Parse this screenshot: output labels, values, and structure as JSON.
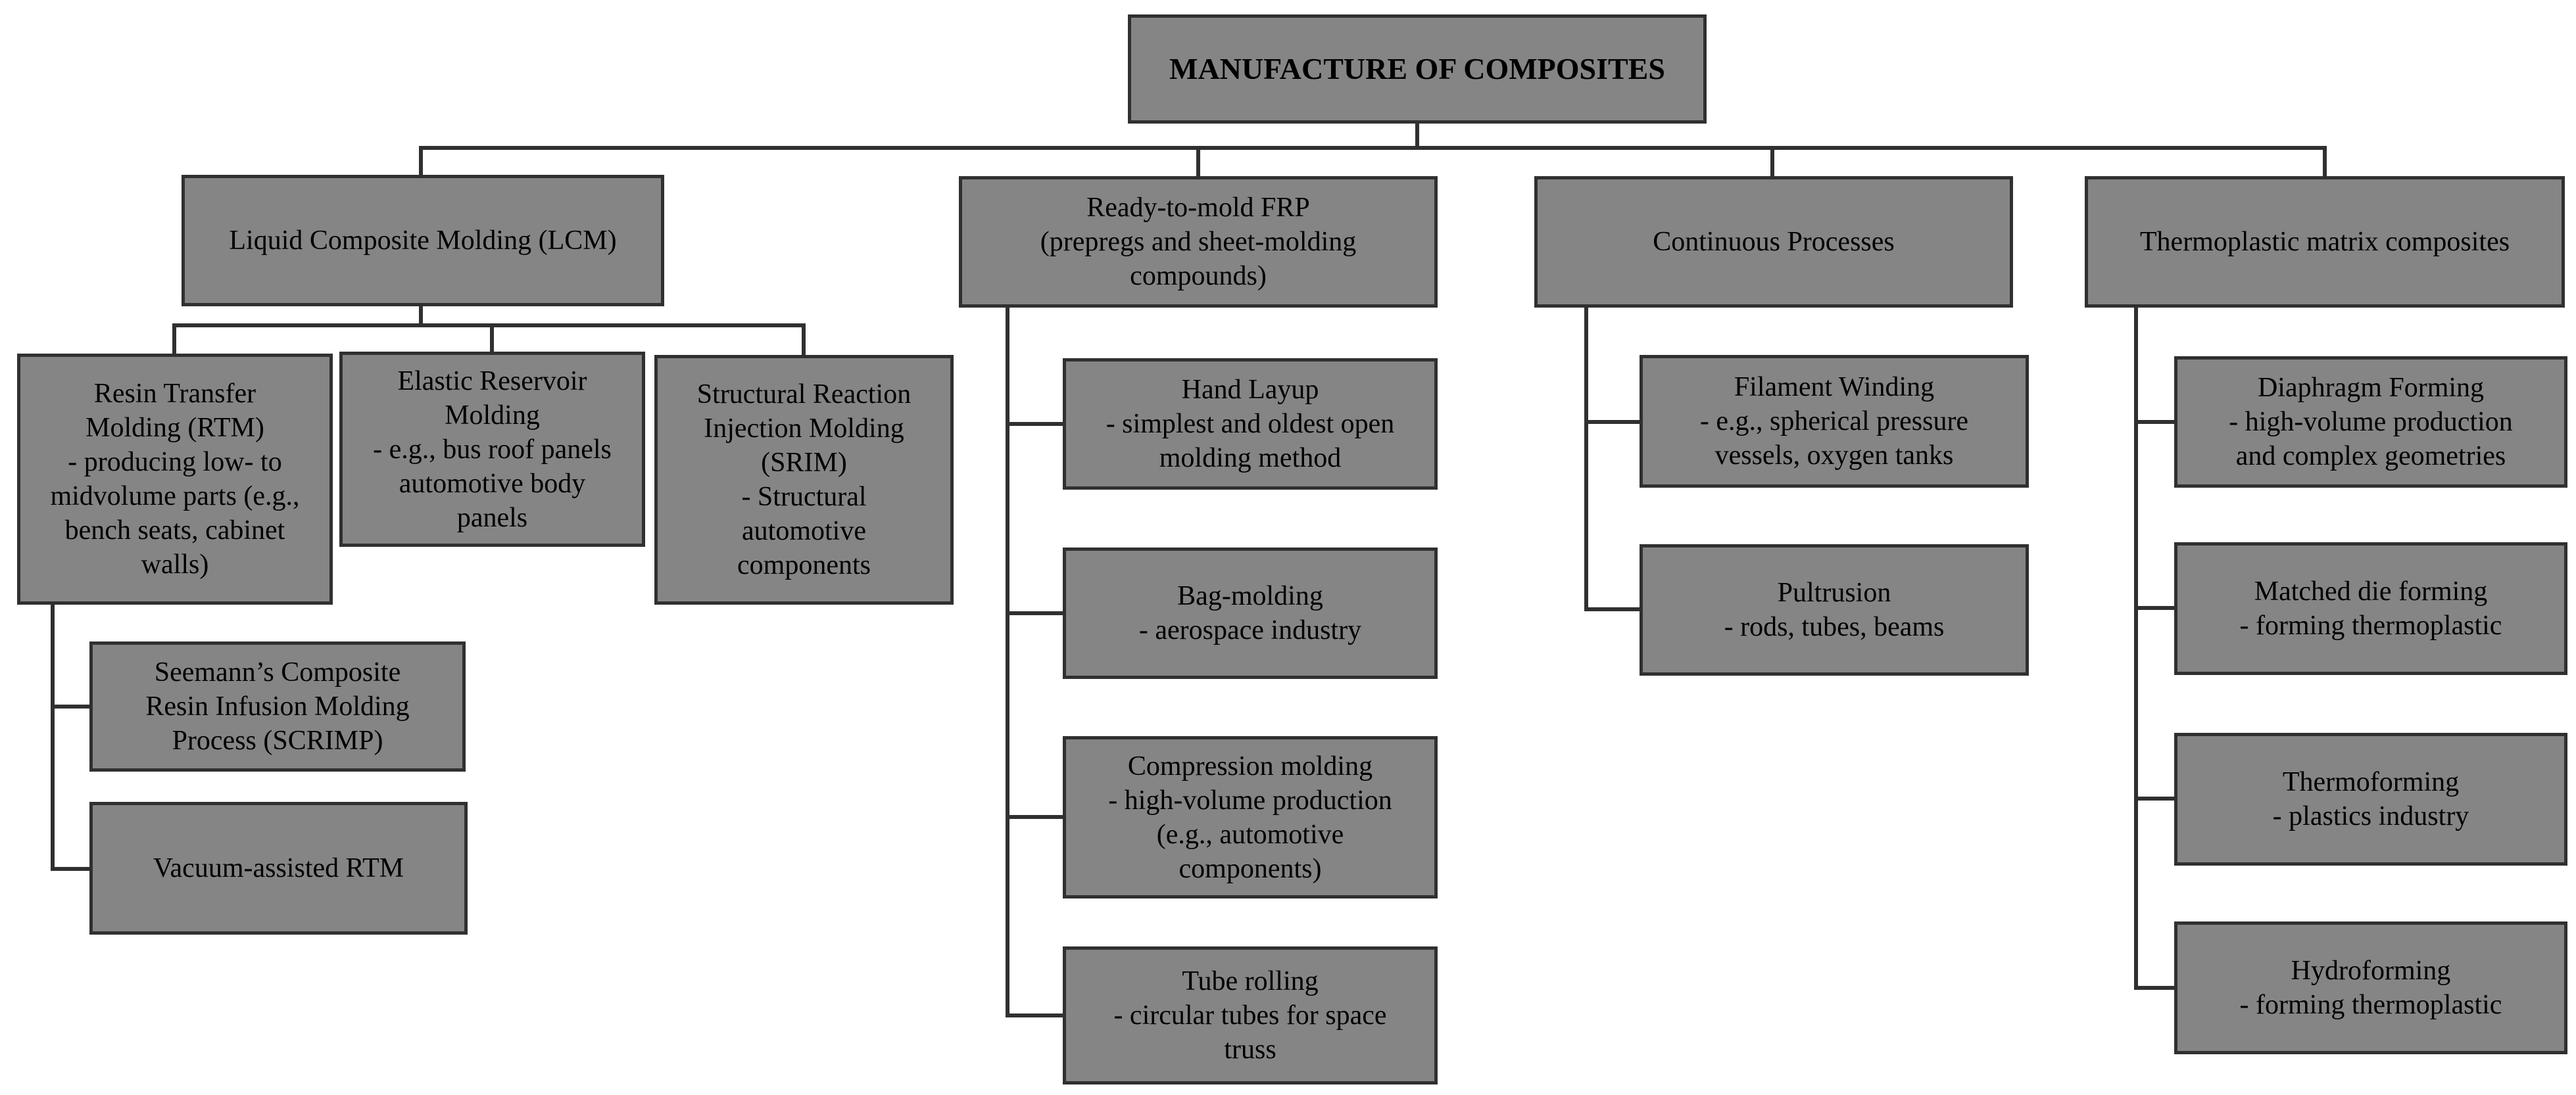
{
  "diagram": {
    "root": {
      "lines": [
        "MANUFACTURE OF COMPOSITES"
      ]
    },
    "lcm": {
      "title": {
        "lines": [
          "Liquid Composite Molding (LCM)"
        ]
      },
      "rtm": {
        "lines": [
          "Resin Transfer",
          "Molding (RTM)",
          "- producing low- to",
          "midvolume parts (e.g.,",
          "bench seats, cabinet",
          "walls)"
        ]
      },
      "erm": {
        "lines": [
          "Elastic Reservoir",
          "Molding",
          "- e.g., bus roof panels",
          "automotive body",
          "panels"
        ]
      },
      "srim": {
        "lines": [
          "Structural Reaction",
          "Injection Molding",
          "(SRIM)",
          "- Structural",
          "automotive",
          "components"
        ]
      },
      "scrimp": {
        "lines": [
          "Seemann’s Composite",
          "Resin Infusion Molding",
          "Process (SCRIMP)"
        ]
      },
      "vartm": {
        "lines": [
          "Vacuum-assisted RTM"
        ]
      }
    },
    "frp": {
      "title": {
        "lines": [
          "Ready-to-mold FRP",
          "(prepregs and sheet-molding",
          "compounds)"
        ]
      },
      "hand": {
        "lines": [
          "Hand Layup",
          "- simplest and oldest open",
          "molding method"
        ]
      },
      "bag": {
        "lines": [
          "Bag-molding",
          "- aerospace industry"
        ]
      },
      "compression": {
        "lines": [
          "Compression molding",
          "- high-volume production",
          "(e.g., automotive",
          "components)"
        ]
      },
      "tube": {
        "lines": [
          "Tube rolling",
          "- circular tubes for space",
          "truss"
        ]
      }
    },
    "continuous": {
      "title": {
        "lines": [
          "Continuous Processes"
        ]
      },
      "filament": {
        "lines": [
          "Filament Winding",
          "- e.g., spherical pressure",
          "vessels, oxygen tanks"
        ]
      },
      "pultrusion": {
        "lines": [
          "Pultrusion",
          "- rods, tubes, beams"
        ]
      }
    },
    "thermoplastic": {
      "title": {
        "lines": [
          "Thermoplastic matrix composites"
        ]
      },
      "diaphragm": {
        "lines": [
          "Diaphragm Forming",
          "- high-volume production",
          "and complex geometries"
        ]
      },
      "matched": {
        "lines": [
          "Matched die forming",
          "- forming thermoplastic"
        ]
      },
      "thermoforming": {
        "lines": [
          "Thermoforming",
          "- plastics industry"
        ]
      },
      "hydroforming": {
        "lines": [
          "Hydroforming",
          "- forming thermoplastic"
        ]
      }
    }
  },
  "colors": {
    "box_fill": "#858585",
    "box_border": "#303030",
    "line": "#303030",
    "background": "#ffffff"
  }
}
